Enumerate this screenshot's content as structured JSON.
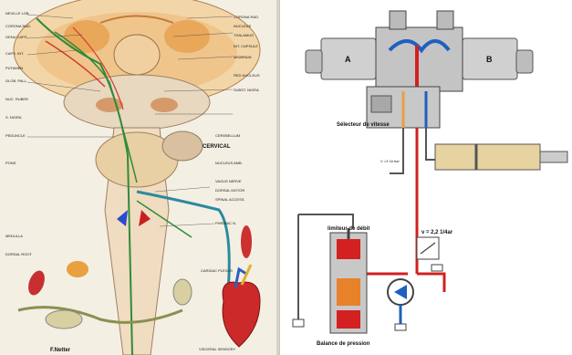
{
  "anatomy": {
    "labels_left": [
      "NEVILLE LOB",
      "CORONA RAD.",
      "GENU CAPS.",
      "CAPS. INT.",
      "PUTAMEN",
      "GLOB. PALL.",
      "NUC. RUBER",
      "S. NIGRA",
      "PEDUNCLE",
      "PONS",
      "MEDULLA",
      "DORSAL ROOT"
    ],
    "labels_right": [
      "CORONA RAD.",
      "NUCLEUS",
      "THALAMUS",
      "INT. CAPSULE",
      "MIDBRAIN",
      "RED NUCLEUS",
      "SUBST. NIGRA",
      "CEREBELLUM",
      "NUCLEUS AMB.",
      "VAGUS NERVE",
      "DORSAL MOTOR",
      "SPINAL ACCESS.",
      "PHRENIC N.",
      "CARDIAC PLEXUS",
      "VISCERAL SENSORY"
    ],
    "label_cervical": "CERVICAL",
    "signature": "F.Netter"
  },
  "hydraulic": {
    "solenoid_a": "A",
    "solenoid_b": "B",
    "selector_label": "Sélecteur de vitesse",
    "port_label": "V =3\n16 bar",
    "limiter_label": "limiteur de débit",
    "pressure_label": "v = 2,2  1/4ar",
    "balance_label": "Balance de pression"
  },
  "colors": {
    "red": "#d32020",
    "blue": "#1f5fc0",
    "dark": "#333333",
    "orange": "#e8822a"
  }
}
